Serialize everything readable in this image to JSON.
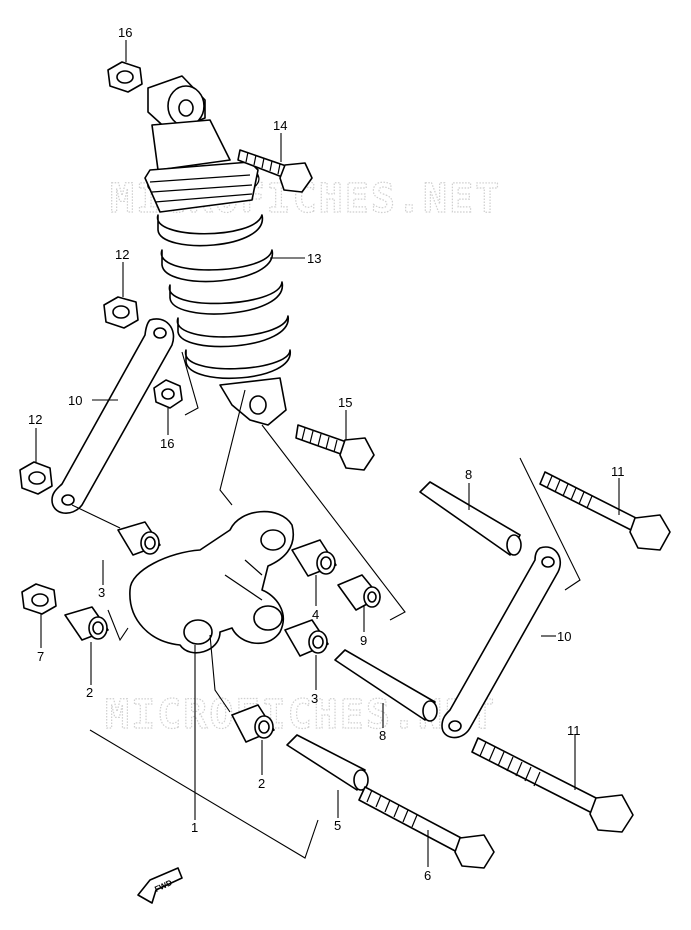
{
  "watermark": {
    "top_text": "MICROFICHES.NET",
    "bottom_text": "MICROFICHES.NET"
  },
  "fwd_label": "FWD",
  "callouts": {
    "c1": "1",
    "c2a": "2",
    "c2b": "2",
    "c3a": "3",
    "c3b": "3",
    "c4": "4",
    "c5": "5",
    "c6": "6",
    "c7": "7",
    "c8a": "8",
    "c8b": "8",
    "c9": "9",
    "c10a": "10",
    "c10b": "10",
    "c11a": "11",
    "c11b": "11",
    "c12a": "12",
    "c12b": "12",
    "c13": "13",
    "c14": "14",
    "c15": "15",
    "c16a": "16",
    "c16b": "16"
  }
}
